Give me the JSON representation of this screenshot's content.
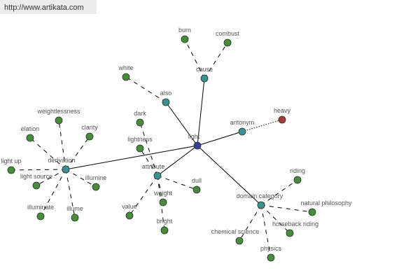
{
  "header": {
    "url": "http://www.artikata.com"
  },
  "colors": {
    "hub": "#3b3b9b",
    "relation": "#3d8f94",
    "term": "#4a8a3e",
    "antonym_term": "#a33a3a",
    "edge": "#000000"
  },
  "nodes": [
    {
      "id": "light",
      "label": "light",
      "type": "hub"
    },
    {
      "id": "cause",
      "label": "cause",
      "type": "relation"
    },
    {
      "id": "burn",
      "label": "burn",
      "type": "term"
    },
    {
      "id": "combust",
      "label": "combust",
      "type": "term"
    },
    {
      "id": "also",
      "label": "also",
      "type": "relation"
    },
    {
      "id": "white",
      "label": "white",
      "type": "term"
    },
    {
      "id": "antonym",
      "label": "antonym",
      "type": "relation"
    },
    {
      "id": "heavy",
      "label": "heavy",
      "type": "antonym_term"
    },
    {
      "id": "derivation",
      "label": "derivation",
      "type": "relation"
    },
    {
      "id": "weightlessness",
      "label": "weightlessness",
      "type": "term"
    },
    {
      "id": "elation",
      "label": "elation",
      "type": "term"
    },
    {
      "id": "clarity",
      "label": "clarity",
      "type": "term"
    },
    {
      "id": "lightup",
      "label": "light up",
      "type": "term"
    },
    {
      "id": "lightsource",
      "label": "light source",
      "type": "term"
    },
    {
      "id": "illumine",
      "label": "illumine",
      "type": "term"
    },
    {
      "id": "illuminate",
      "label": "illuminate",
      "type": "term"
    },
    {
      "id": "illume",
      "label": "illume",
      "type": "term"
    },
    {
      "id": "attribute",
      "label": "attribute",
      "type": "relation"
    },
    {
      "id": "dark",
      "label": "dark",
      "type": "term"
    },
    {
      "id": "lightness",
      "label": "lightness",
      "type": "term"
    },
    {
      "id": "dull",
      "label": "dull",
      "type": "term"
    },
    {
      "id": "value",
      "label": "value",
      "type": "term"
    },
    {
      "id": "weight",
      "label": "weight",
      "type": "term"
    },
    {
      "id": "bright",
      "label": "bright",
      "type": "term"
    },
    {
      "id": "domain",
      "label": "domain category",
      "type": "relation"
    },
    {
      "id": "riding",
      "label": "riding",
      "type": "term"
    },
    {
      "id": "natphil",
      "label": "natural philosophy",
      "type": "term"
    },
    {
      "id": "horseback",
      "label": "horseback riding",
      "type": "term"
    },
    {
      "id": "chemsci",
      "label": "chemical science",
      "type": "term"
    },
    {
      "id": "physics",
      "label": "physics",
      "type": "term"
    }
  ],
  "edges": [
    [
      "light",
      "cause",
      "solid"
    ],
    [
      "light",
      "also",
      "solid"
    ],
    [
      "light",
      "antonym",
      "solid"
    ],
    [
      "light",
      "derivation",
      "solid"
    ],
    [
      "light",
      "attribute",
      "solid"
    ],
    [
      "light",
      "domain",
      "solid"
    ],
    [
      "cause",
      "burn",
      "dashed"
    ],
    [
      "cause",
      "combust",
      "dashed"
    ],
    [
      "also",
      "white",
      "dashed"
    ],
    [
      "antonym",
      "heavy",
      "dotted"
    ],
    [
      "derivation",
      "weightlessness",
      "dashed"
    ],
    [
      "derivation",
      "elation",
      "dashed"
    ],
    [
      "derivation",
      "clarity",
      "dashed"
    ],
    [
      "derivation",
      "lightup",
      "dashed"
    ],
    [
      "derivation",
      "lightsource",
      "dashed"
    ],
    [
      "derivation",
      "illumine",
      "dashed"
    ],
    [
      "derivation",
      "illuminate",
      "dashed"
    ],
    [
      "derivation",
      "illume",
      "dashed"
    ],
    [
      "attribute",
      "dark",
      "dashed"
    ],
    [
      "attribute",
      "lightness",
      "dashed"
    ],
    [
      "attribute",
      "dull",
      "dashed"
    ],
    [
      "attribute",
      "value",
      "dashed"
    ],
    [
      "attribute",
      "weight",
      "dashed"
    ],
    [
      "attribute",
      "bright",
      "dashed"
    ],
    [
      "domain",
      "riding",
      "dashed"
    ],
    [
      "domain",
      "natphil",
      "dashed"
    ],
    [
      "domain",
      "horseback",
      "dashed"
    ],
    [
      "domain",
      "chemsci",
      "dashed"
    ],
    [
      "domain",
      "physics",
      "dashed"
    ]
  ]
}
